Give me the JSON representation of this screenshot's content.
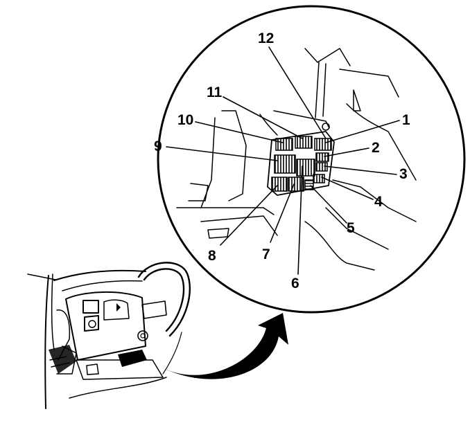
{
  "diagram": {
    "colors": {
      "ink": "#000000",
      "paper": "#ffffff",
      "hatch": "#000000"
    },
    "callouts": [
      "1",
      "2",
      "3",
      "4",
      "5",
      "6",
      "7",
      "8",
      "9",
      "10",
      "11",
      "12"
    ],
    "icons": {
      "pointer": "curved-arrow-icon"
    }
  }
}
